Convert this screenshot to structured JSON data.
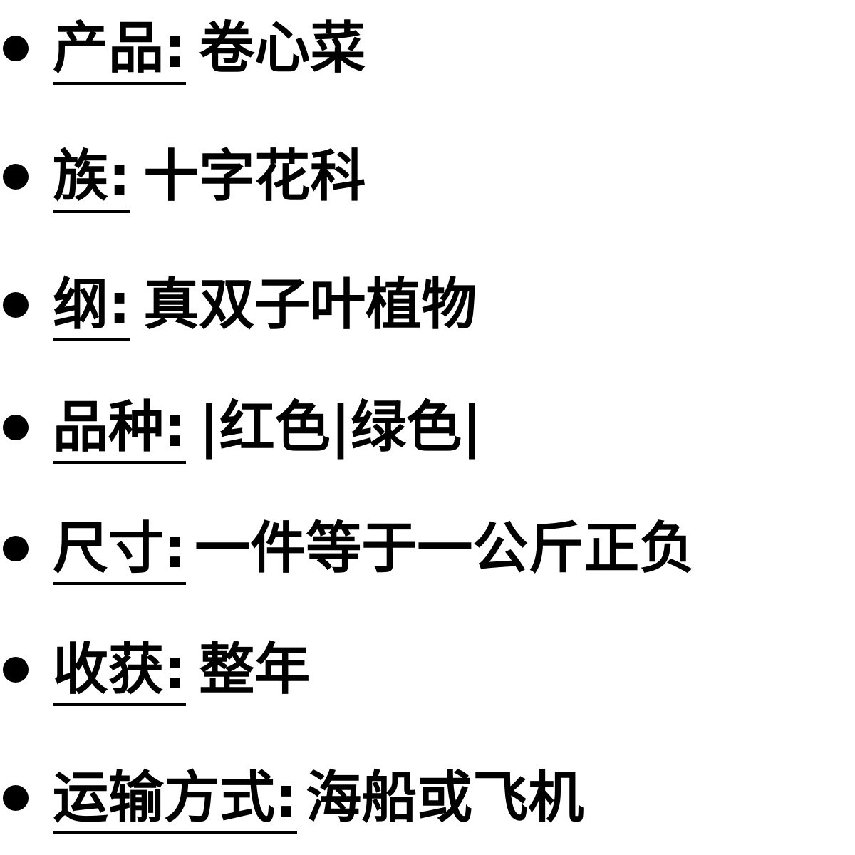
{
  "items": [
    {
      "label": "产品:",
      "value": "卷心菜"
    },
    {
      "label": "族:",
      "value": "十字花科"
    },
    {
      "label": "纲:",
      "value": "真双子叶植物"
    },
    {
      "label": "品种:",
      "value": "|红色|绿色|"
    },
    {
      "label": "尺寸:",
      "value": "一件等于一公斤正负"
    },
    {
      "label": "收获:",
      "value": "整年"
    },
    {
      "label": "运输方式:",
      "value": "海船或飞机"
    }
  ]
}
